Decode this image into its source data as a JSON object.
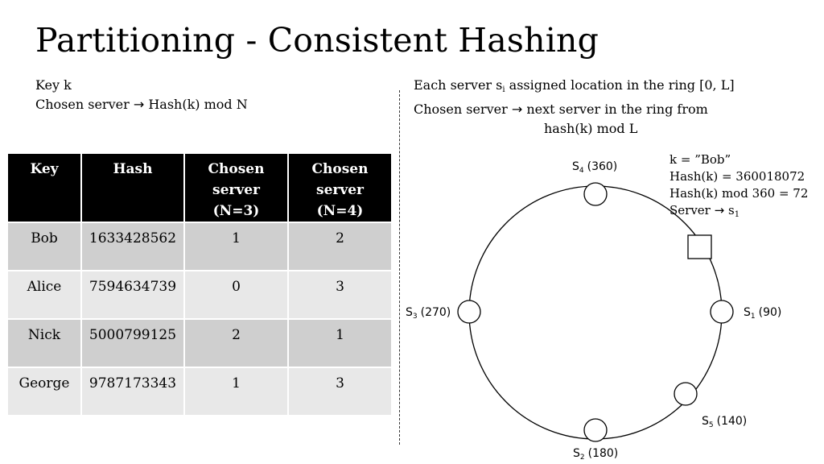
{
  "title": "Partitioning - Consistent Hashing",
  "left_desc": {
    "line1": "Key k",
    "line2_prefix": "Chosen server",
    "arrow": "→",
    "line2_suffix": "Hash(k) mod N"
  },
  "right_desc": {
    "line1_prefix": "Each server s",
    "line1_sub": "i",
    "line1_suffix": "assigned location in the ring [0, L]",
    "line2_prefix": "Chosen server",
    "arrow": "→",
    "line2_suffix": "next server in the ring from",
    "line3": "hash(k) mod L"
  },
  "table": {
    "headers": [
      "Key",
      "Hash",
      "Chosen server (N=3)",
      "Chosen server (N=4)"
    ],
    "rows": [
      {
        "key": "Bob",
        "hash": "1633428562",
        "n3": "1",
        "n4": "2"
      },
      {
        "key": "Alice",
        "hash": "7594634739",
        "n3": "0",
        "n4": "3"
      },
      {
        "key": "Nick",
        "hash": "5000799125",
        "n3": "2",
        "n4": "1"
      },
      {
        "key": "George",
        "hash": "9787173343",
        "n3": "1",
        "n4": "3"
      }
    ]
  },
  "ring": {
    "servers": [
      {
        "name": "S",
        "sub": "4",
        "loc": "(360)"
      },
      {
        "name": "S",
        "sub": "1",
        "loc": "(90)"
      },
      {
        "name": "S",
        "sub": "5",
        "loc": "(140)"
      },
      {
        "name": "S",
        "sub": "2",
        "loc": "(180)"
      },
      {
        "name": "S",
        "sub": "3",
        "loc": "(270)"
      }
    ]
  },
  "annotation": {
    "line1": "k = ”Bob”",
    "line2": "Hash(k) = 360018072",
    "line3": "Hash(k) mod 360 = 72",
    "line4_prefix": "Server",
    "arrow": "→",
    "line4_suffix": "s",
    "line4_sub": "1"
  }
}
